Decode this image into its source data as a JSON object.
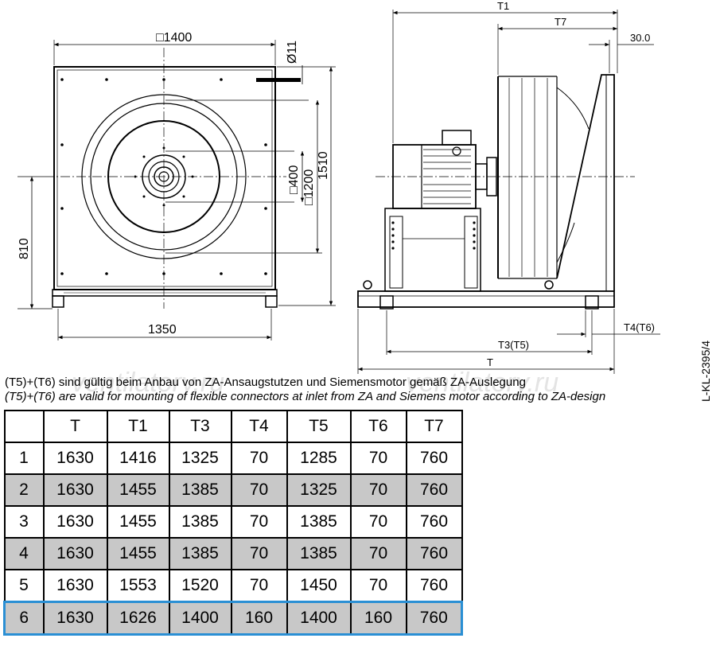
{
  "drawing": {
    "front_view": {
      "dim_width": "□1400",
      "dim_hole": "Ø11",
      "dim_400": "□400",
      "dim_1200": "□1200",
      "dim_1510": "1510",
      "dim_810": "810",
      "dim_1350": "1350"
    },
    "side_view": {
      "dim_t1": "T1",
      "dim_t7": "T7",
      "dim_30": "30.0",
      "dim_t4": "T4(T6)",
      "dim_t3": "T3(T5)",
      "dim_t": "T"
    },
    "drawing_code": "L-KL-2395/4",
    "watermarks": [
      "ventilatory.ru",
      "ventilatory.ru"
    ]
  },
  "notes": {
    "german": "(T5)+(T6) sind gültig beim Anbau von ZA-Ansaugstutzen und Siemensmotor gemäß ZA-Auslegung",
    "english": "(T5)+(T6) are valid for mounting of flexible connectors at inlet from ZA and Siemens motor according to ZA-design"
  },
  "table": {
    "headers": [
      "",
      "T",
      "T1",
      "T3",
      "T4",
      "T5",
      "T6",
      "T7"
    ],
    "rows": [
      [
        "1",
        "1630",
        "1416",
        "1325",
        "70",
        "1285",
        "70",
        "760"
      ],
      [
        "2",
        "1630",
        "1455",
        "1385",
        "70",
        "1325",
        "70",
        "760"
      ],
      [
        "3",
        "1630",
        "1455",
        "1385",
        "70",
        "1385",
        "70",
        "760"
      ],
      [
        "4",
        "1630",
        "1455",
        "1385",
        "70",
        "1385",
        "70",
        "760"
      ],
      [
        "5",
        "1630",
        "1553",
        "1520",
        "70",
        "1450",
        "70",
        "760"
      ],
      [
        "6",
        "1630",
        "1626",
        "1400",
        "160",
        "1400",
        "160",
        "760"
      ]
    ],
    "selected_row": "6",
    "colors": {
      "alt_row": "#c8c8c8",
      "selected_border": "#2a8fd4"
    }
  }
}
